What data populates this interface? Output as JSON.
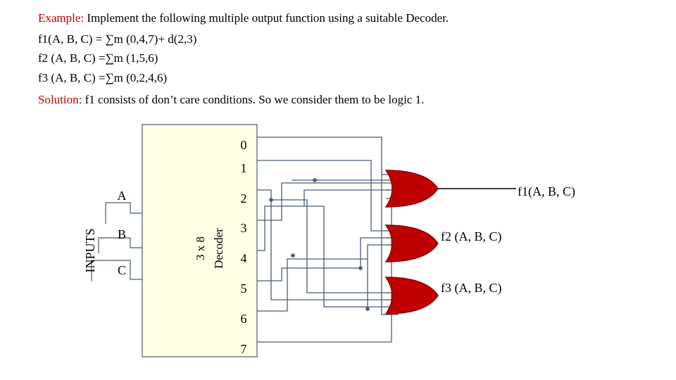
{
  "text": {
    "example_label": "Example:",
    "example_text": " Implement the following multiple output function using a suitable  Decoder.",
    "f1_line": "f1(A, B, C) = ∑m (0,4,7)+ d(2,3)",
    "f2_line": "f2 (A, B, C) =∑m (1,5,6)",
    "f3_line": "f3 (A, B, C) =∑m (0,2,4,6)",
    "solution_label": "Solution:",
    "solution_text": " f1 consists of don’t care conditions. So we consider them to be logic 1."
  },
  "diagram": {
    "inputs_label": "INPUTS",
    "input_a": "A",
    "input_b": "B",
    "input_c": "C",
    "decoder_line1": "3 x 8",
    "decoder_line2": "Decoder",
    "outputs": [
      "0",
      "1",
      "2",
      "3",
      "4",
      "5",
      "6",
      "7"
    ],
    "f1_output": "f1(A, B, C)",
    "f2_output": "f2 (A, B, C)",
    "f3_output": "f3 (A, B, C)",
    "gate_color": "#c00000",
    "wire_color": "#4a5b73",
    "decoder_fill": "#ffffe6"
  }
}
